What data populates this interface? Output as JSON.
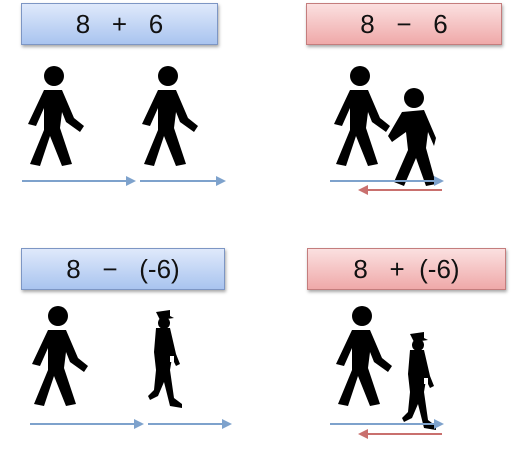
{
  "panels": [
    {
      "expression": "8   +   6",
      "style": "blue"
    },
    {
      "expression": "8   −   6",
      "style": "red"
    },
    {
      "expression": "8   −   (-6)",
      "style": "blue"
    },
    {
      "expression": "8   +  (-6)",
      "style": "red"
    }
  ],
  "colors": {
    "blue_arrow": "#7ea2cc",
    "red_arrow": "#c9706e",
    "figure": "#000000"
  }
}
